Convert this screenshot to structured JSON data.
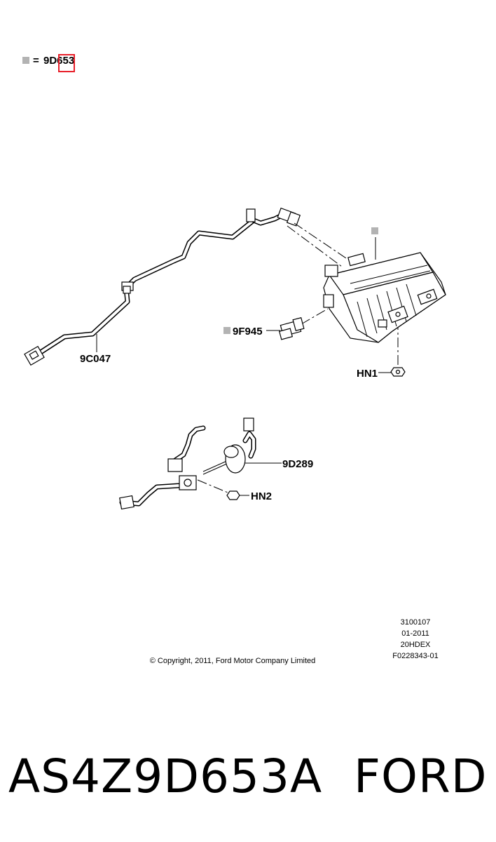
{
  "legend": {
    "swatch_color": "#b3b3b3",
    "equals": "=",
    "code": "9D653",
    "highlight_color": "#e8202a"
  },
  "callouts": {
    "hose_main": "9C047",
    "valve": "9F945",
    "canister_nut": "HN1",
    "filter": "9D289",
    "filter_nut": "HN2"
  },
  "stamp": {
    "line1": "3100107",
    "line2": "01-2011",
    "line3": "20HDEX",
    "line4": "F0228343-01"
  },
  "copyright": "© Copyright, 2011, Ford Motor Company Limited",
  "banner": {
    "part_number": "AS4Z9D653A",
    "brand": "FORD"
  }
}
